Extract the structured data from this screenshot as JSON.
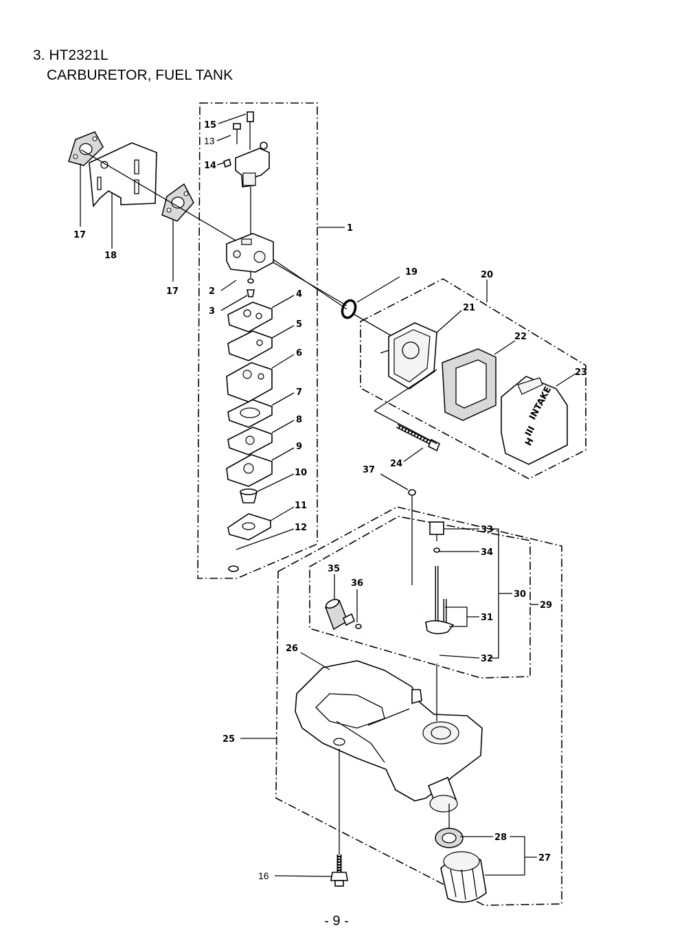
{
  "header": {
    "title_line1": "3. HT2321L",
    "title_line2": "CARBURETOR, FUEL TANK"
  },
  "page_number": "- 9 -",
  "callouts": {
    "c1": "1",
    "c2": "2",
    "c3": "3",
    "c4": "4",
    "c5": "5",
    "c6": "6",
    "c7": "7",
    "c8": "8",
    "c9": "9",
    "c10": "10",
    "c11": "11",
    "c12": "12",
    "c13": "13",
    "c14": "14",
    "c15": "15",
    "c16": "16",
    "c17a": "17",
    "c17b": "17",
    "c18": "18",
    "c19": "19",
    "c20": "20",
    "c21": "21",
    "c22": "22",
    "c23": "23",
    "c24": "24",
    "c25": "25",
    "c26": "26",
    "c27": "27",
    "c28": "28",
    "c29": "29",
    "c30": "30",
    "c31": "31",
    "c32": "32",
    "c33": "33",
    "c34": "34",
    "c35": "35",
    "c36": "36",
    "c37": "37"
  },
  "cover_text": {
    "brand": "INTAKE",
    "mark1": "III",
    "mark2": "H"
  }
}
